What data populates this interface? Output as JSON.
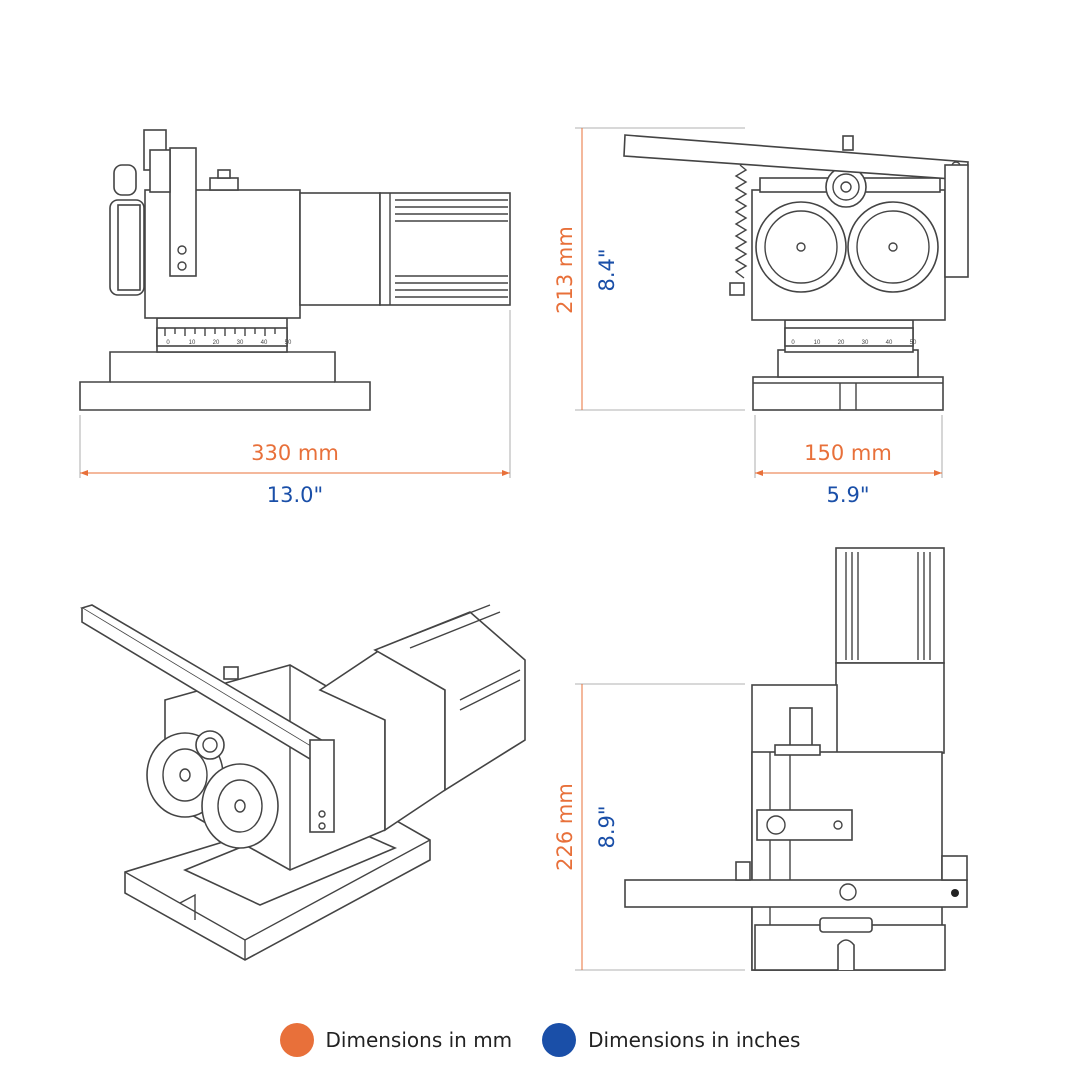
{
  "colors": {
    "mm": "#e8703a",
    "inches": "#1a4fa8",
    "line": "#555555"
  },
  "views": {
    "side": {
      "width_mm": "330 mm",
      "width_in": "13.0\""
    },
    "front": {
      "height_mm": "213 mm",
      "height_in": "8.4\"",
      "width_mm": "150 mm",
      "width_in": "5.9\""
    },
    "top": {
      "height_mm": "226 mm",
      "height_in": "8.9\""
    }
  },
  "scale_ticks": [
    "0",
    "10",
    "20",
    "30",
    "40",
    "50"
  ],
  "legend": [
    {
      "label": "Dimensions in mm",
      "color": "#e8703a"
    },
    {
      "label": "Dimensions in inches",
      "color": "#1a4fa8"
    }
  ]
}
